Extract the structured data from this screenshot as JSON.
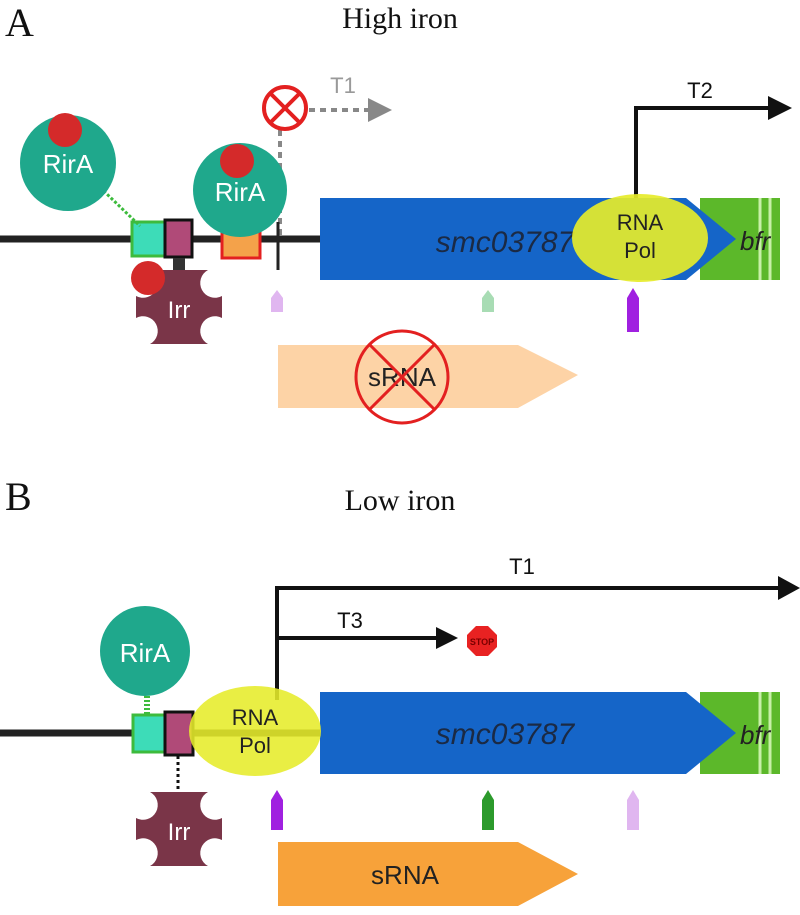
{
  "panel_a": {
    "letter": "A",
    "title": "High iron",
    "rira_left": "RirA",
    "rira_right": "RirA",
    "irr": "Irr",
    "t1": "T1",
    "t2": "T2",
    "gene": "smc03787",
    "gene_next": "bfr",
    "rnapol_line1": "RNA",
    "rnapol_line2": "Pol",
    "srna": "sRNA"
  },
  "panel_b": {
    "letter": "B",
    "title": "Low iron",
    "rira": "RirA",
    "irr": "Irr",
    "t1": "T1",
    "t3": "T3",
    "stop": "STOP",
    "gene": "smc03787",
    "gene_next": "bfr",
    "rnapol_line1": "RNA",
    "rnapol_line2": "Pol",
    "srna": "sRNA"
  },
  "colors": {
    "rira": "#1fa88c",
    "iron": "#d42a2a",
    "irr": "#7a3548",
    "gene": "#1565c8",
    "bfr": "#5cb82a",
    "rnapol": "#e6ec2a",
    "srna_light": "#fdd3a6",
    "srna": "#f7a23a",
    "inhibit": "#e32020"
  }
}
